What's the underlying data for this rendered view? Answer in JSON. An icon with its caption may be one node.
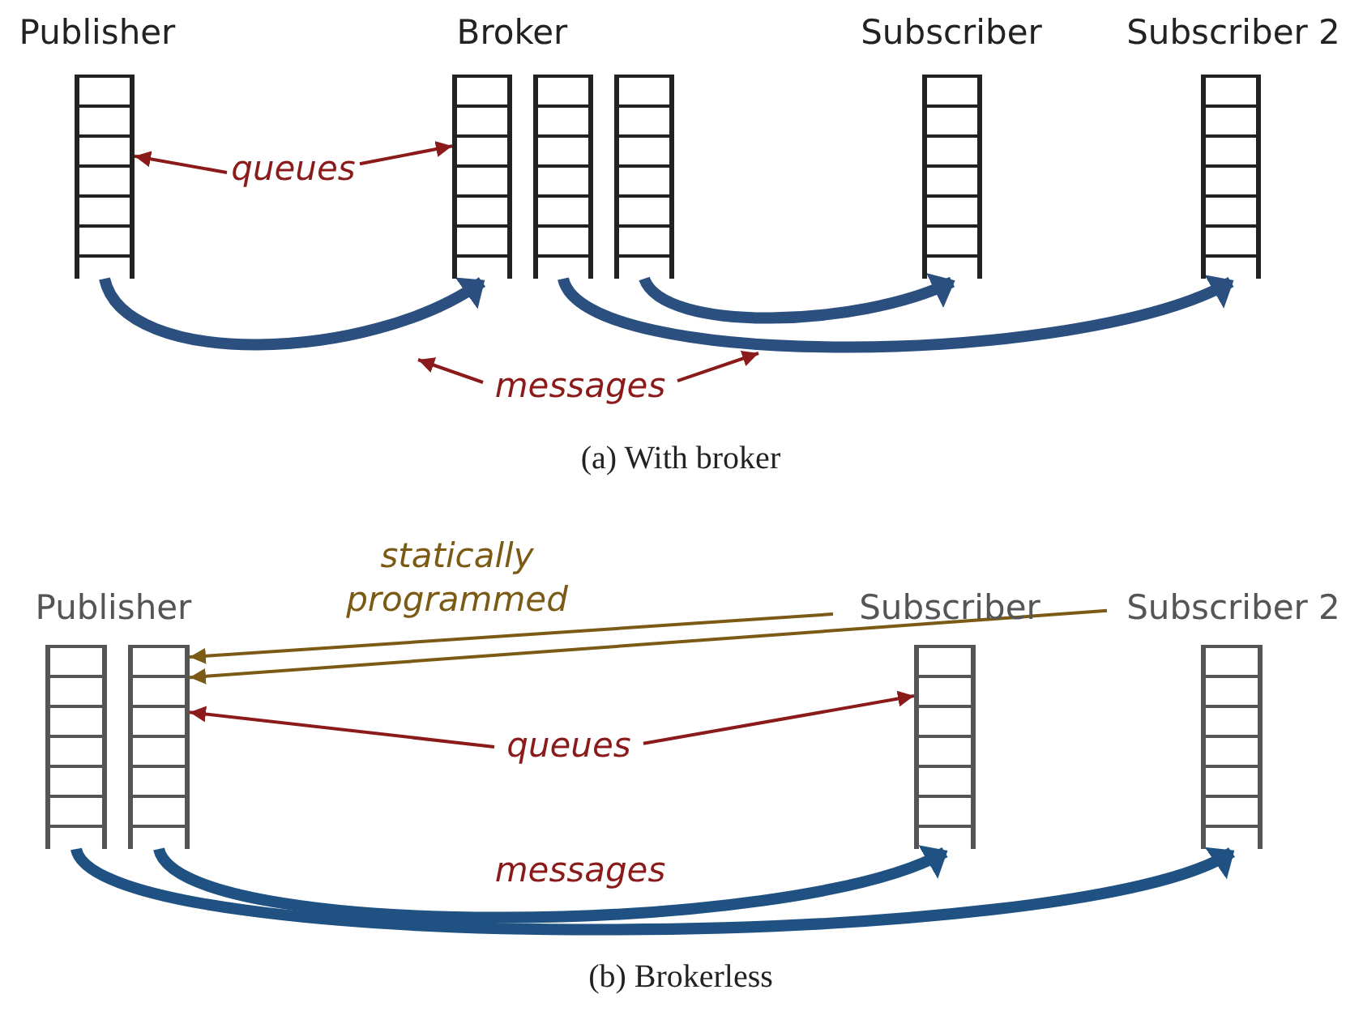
{
  "diagram": {
    "nodes": [
      {
        "text": [
          "Publisher"
        ]
      },
      {
        "text": [
          "Broker"
        ]
      },
      {
        "text": [
          "Subscriber"
        ]
      },
      {
        "text": [
          "Subscriber 2"
        ]
      },
      {
        "text": [],
        "shape": "box"
      },
      {
        "text": [],
        "shape": "box"
      },
      {
        "text": [],
        "shape": "box"
      },
      {
        "text": [],
        "shape": "box"
      },
      {
        "text": [],
        "shape": "box"
      },
      {
        "text": [],
        "shape": "box"
      },
      {
        "text": [
          "queues"
        ]
      },
      {
        "text": [
          "messages"
        ]
      },
      {
        "text": [
          "Publisher"
        ]
      },
      {
        "text": [
          "Subscriber"
        ]
      },
      {
        "text": [
          "Subscriber 2"
        ]
      },
      {
        "text": [],
        "shape": "box"
      },
      {
        "text": [],
        "shape": "box"
      },
      {
        "text": [],
        "shape": "box"
      },
      {
        "text": [],
        "shape": "box"
      },
      {
        "text": [
          "queues"
        ]
      }
    ],
    "edges": [
      {
        "from": 10,
        "to": 4,
        "arrow": "to",
        "color": "#8b1a1a"
      },
      {
        "from": 10,
        "to": 5,
        "arrow": "to",
        "color": "#8b1a1a"
      },
      {
        "from": 4,
        "to": 5,
        "arrow": "to",
        "style": "thick",
        "color": "#2b4f7e"
      },
      {
        "from": 6,
        "to": 9,
        "arrow": "to",
        "style": "thick",
        "color": "#2b4f7e"
      },
      {
        "from": 7,
        "to": 8,
        "arrow": "to",
        "style": "thick",
        "color": "#2b4f7e"
      },
      {
        "from": 11,
        "to": null,
        "arrow": "to",
        "color": "#8b1a1a"
      },
      {
        "from": 11,
        "to": null,
        "arrow": "to",
        "color": "#8b1a1a"
      },
      {
        "from": 13,
        "to": 16,
        "arrow": "to",
        "label": "statically programmed",
        "color": "#7a5a14"
      },
      {
        "from": 14,
        "to": 16,
        "arrow": "to",
        "color": "#7a5a14"
      },
      {
        "from": 19,
        "to": 16,
        "arrow": "to",
        "color": "#8b1a1a"
      },
      {
        "from": 19,
        "to": 17,
        "arrow": "to",
        "color": "#8b1a1a"
      },
      {
        "from": 15,
        "to": 18,
        "arrow": "to",
        "style": "thick",
        "color": "#1f5282"
      },
      {
        "from": 16,
        "to": 17,
        "arrow": "to",
        "style": "thick",
        "color": "#1f5282"
      }
    ],
    "labels": [
      "(a) With broker",
      "messages",
      "(b) Brokerless"
    ]
  }
}
